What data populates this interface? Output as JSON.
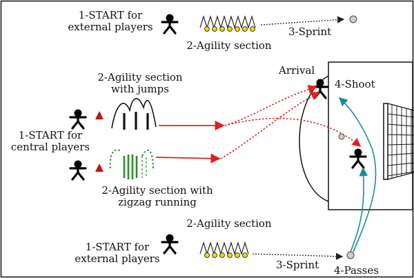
{
  "labels": {
    "start_external_top": [
      "1-START for",
      "external players"
    ],
    "agility_top": "2-Agility section",
    "sprint_top": "3-Sprint",
    "arrival": "Arrival",
    "shoot": "4-Shoot",
    "agility_jumps": [
      "2-Agility section",
      "with jumps"
    ],
    "start_central": [
      "1-START for",
      "central players"
    ],
    "agility_zigzag": [
      "2-Agility section with",
      "zigzag running"
    ],
    "agility_bottom": "2-Agility section",
    "start_external_bottom": [
      "1-START for",
      "external players"
    ],
    "sprint_bottom": "3-Sprint",
    "passes": "4-Passes"
  },
  "colors": {
    "sprint_arrow": "#e02020",
    "pass_arrow": "#138f8f",
    "cone": "#cc1111",
    "marker": "#f0dc00",
    "hurdle": "#2e8b2e"
  }
}
